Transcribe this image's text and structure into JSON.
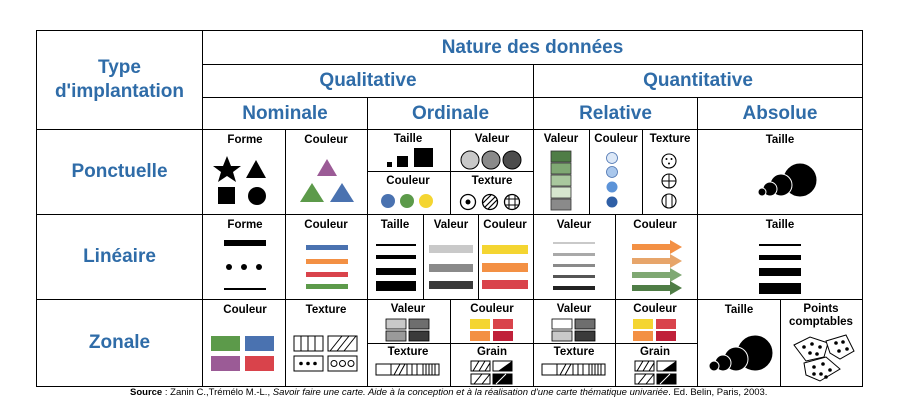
{
  "header": {
    "type_label": "Type d'implantation",
    "nature": "Nature des données",
    "qualitative": "Qualitative",
    "quantitative": "Quantitative",
    "nominale": "Nominale",
    "ordinale": "Ordinale",
    "relative": "Relative",
    "absolue": "Absolue"
  },
  "rows": {
    "ponctuelle": "Ponctuelle",
    "lineaire": "Linéaire",
    "zonale": "Zonale"
  },
  "labels": {
    "forme": "Forme",
    "couleur": "Couleur",
    "taille": "Taille",
    "valeur": "Valeur",
    "texture": "Texture",
    "grain": "Grain",
    "points_comptables": "Points comptables"
  },
  "colors": {
    "border": "#000000",
    "header_text": "#2f6ca8",
    "blue": "#4a72b0",
    "green": "#5c9a4a",
    "purple": "#9b5b96",
    "red": "#d9434b",
    "orange": "#f39044",
    "yellow": "#f4d531",
    "grey": "#b0b0b0",
    "dark_grey": "#575757"
  },
  "source": {
    "prefix": "Source",
    "authors": " : Zanin C.,Trémélo M.-L., ",
    "title": "Savoir faire une carte. Aide à la conception et à la réalisation d'une carte thématique univariée",
    "publisher": ". Ed. Belin, Paris, 2003."
  }
}
